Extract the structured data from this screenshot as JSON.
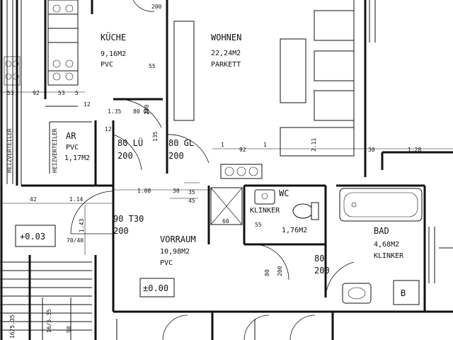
{
  "rooms": {
    "kueche": {
      "name": "KÜCHE",
      "area": "9,16M2",
      "floor": "PVC"
    },
    "wohnen": {
      "name": "WOHNEN",
      "area": "22,24M2",
      "floor": "PARKETT"
    },
    "ar": {
      "name": "AR",
      "floor": "PVC",
      "area": "1,17M2"
    },
    "vorraum": {
      "name": "VORRAUM",
      "area": "10,98M2",
      "floor": "PVC"
    },
    "wc": {
      "name": "WC",
      "floor": "KLINKER",
      "area": "1,76M2"
    },
    "bad": {
      "name": "BAD",
      "area": "4,68M2",
      "floor": "KLINKER"
    }
  },
  "doors": {
    "kueche": {
      "w": "80 GL",
      "h": "200"
    },
    "ar": {
      "w": "80 LÜ",
      "h": "200"
    },
    "wohnen": {
      "w": "80 GL",
      "h": "200"
    },
    "entry": {
      "w": "90 T30",
      "h": "200"
    },
    "wc": {
      "w": "80",
      "h": "200"
    },
    "bad": {
      "w": "80",
      "h": "200"
    },
    "top": {
      "h": "200"
    }
  },
  "levels": {
    "left": "+0.03",
    "vorraum": "±0.00"
  },
  "labels": {
    "heizverteiler_a": "HEIZVERTEILER",
    "heizverteiler_b": "HEIZVERTEILER",
    "bath_marker": "B",
    "stair_a": "16/5.35",
    "stair_b": "16/5.35"
  },
  "dims": {
    "d53a": "53",
    "d92": "92",
    "d53b": "53",
    "d5": "5",
    "d55a": "55",
    "d135": "1.35",
    "d12a": "12",
    "d12b": "12",
    "d135b": "135",
    "d1_a": "1",
    "d1_b": "1",
    "d92b": "92",
    "d211": "2.11",
    "d30": "30",
    "d128": "1.28",
    "d108": "1.08",
    "d30b": "30",
    "d35": "35",
    "d45": "45",
    "d42": "42",
    "d114": "1.14",
    "d143": "1.43",
    "d7040": "70/40",
    "d60": "60",
    "d55b": "55",
    "d98": "98"
  }
}
